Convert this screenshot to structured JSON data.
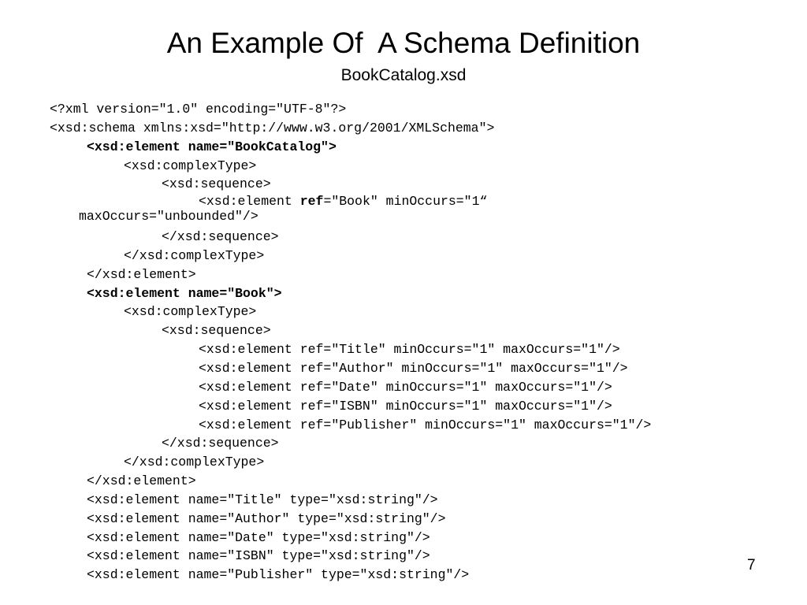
{
  "slide": {
    "title": "An Example Of  A Schema Definition",
    "subtitle": "BookCatalog.xsd",
    "page_number": "7"
  },
  "code": {
    "l01": "<?xml version=\"1.0\" encoding=\"UTF-8\"?>",
    "l02": "<xsd:schema xmlns:xsd=\"http://www.w3.org/2001/XMLSchema\">",
    "l03": "<xsd:element name=\"BookCatalog\">",
    "l04": "<xsd:complexType>",
    "l05": "<xsd:sequence>",
    "l06a": "<xsd:element ",
    "l06b": "ref",
    "l06c": "=\"Book\" minOccurs=\"1“",
    "l07": "maxOccurs=\"unbounded\"/>",
    "l08": "</xsd:sequence>",
    "l09": "</xsd:complexType>",
    "l10": "</xsd:element>",
    "l11": "<xsd:element name=\"Book\">",
    "l12": "<xsd:complexType>",
    "l13": "<xsd:sequence>",
    "l14": "<xsd:element ref=\"Title\" minOccurs=\"1\" maxOccurs=\"1\"/>",
    "l15": "<xsd:element ref=\"Author\" minOccurs=\"1\" maxOccurs=\"1\"/>",
    "l16": "<xsd:element ref=\"Date\" minOccurs=\"1\" maxOccurs=\"1\"/>",
    "l17": "<xsd:element ref=\"ISBN\" minOccurs=\"1\" maxOccurs=\"1\"/>",
    "l18": "<xsd:element ref=\"Publisher\" minOccurs=\"1\" maxOccurs=\"1\"/>",
    "l19": "</xsd:sequence>",
    "l20": "</xsd:complexType>",
    "l21": "</xsd:element>",
    "l22": "<xsd:element name=\"Title\" type=\"xsd:string\"/>",
    "l23": "<xsd:element name=\"Author\" type=\"xsd:string\"/>",
    "l24": "<xsd:element name=\"Date\" type=\"xsd:string\"/>",
    "l25": "<xsd:element name=\"ISBN\" type=\"xsd:string\"/>",
    "l26": "<xsd:element name=\"Publisher\" type=\"xsd:string\"/>"
  }
}
